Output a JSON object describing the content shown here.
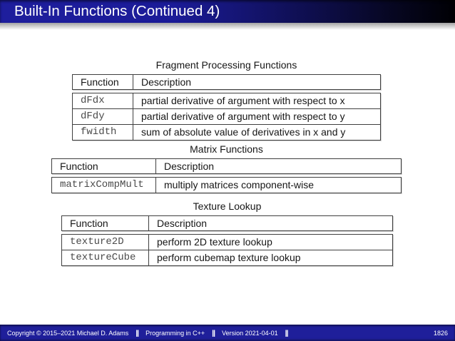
{
  "title_bar": {
    "title": "Built-In Functions (Continued 4)"
  },
  "colors": {
    "title_bar_blue": "#1e1e9d",
    "title_bar_fade": "#000004",
    "footer_blue": "#1f1f9a",
    "table_border": "#3f3f3f",
    "mono_text": "#4a4a4a"
  },
  "tables": [
    {
      "caption": "Fragment Processing Functions",
      "headers": {
        "function": "Function",
        "description": "Description"
      },
      "rows": [
        {
          "function": "dFdx",
          "description": "partial derivative of argument with respect to x"
        },
        {
          "function": "dFdy",
          "description": "partial derivative of argument with respect to y"
        },
        {
          "function": "fwidth",
          "description": "sum of absolute value of derivatives in x and y"
        }
      ]
    },
    {
      "caption": "Matrix Functions",
      "headers": {
        "function": "Function",
        "description": "Description"
      },
      "rows": [
        {
          "function": "matrixCompMult",
          "description": "multiply matrices component-wise"
        }
      ]
    },
    {
      "caption": "Texture Lookup",
      "headers": {
        "function": "Function",
        "description": "Description"
      },
      "rows": [
        {
          "function": "texture2D",
          "description": "perform 2D texture lookup"
        },
        {
          "function": "textureCube",
          "description": "perform cubemap texture lookup"
        }
      ]
    }
  ],
  "footer": {
    "copyright": "Copyright © 2015–2021 Michael D. Adams",
    "separator": "||",
    "course": "Programming in C++",
    "version": "Version 2021-04-01",
    "page": "1826"
  }
}
